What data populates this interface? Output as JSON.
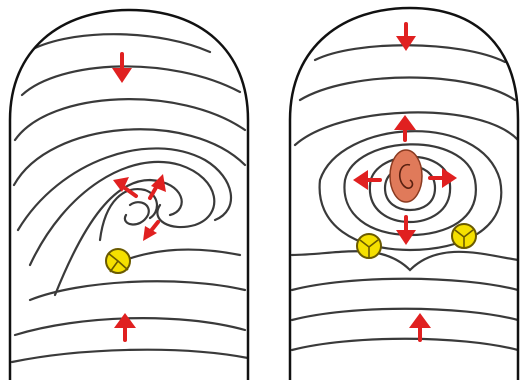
{
  "figure": {
    "panels": [
      {
        "id": "loop",
        "pattern": "loop",
        "arrows_count": 5,
        "delta_points": 1
      },
      {
        "id": "whorl",
        "pattern": "whorl",
        "arrows_count": 6,
        "delta_points": 2
      }
    ],
    "colors": {
      "ridge": "#3a3a3a",
      "outline": "#111111",
      "arrow": "#e02020",
      "delta_fill": "#f5e000",
      "delta_stroke": "#6a5a00",
      "core_fill": "#e07a5a",
      "core_stroke": "#8a3a20"
    },
    "icons": {
      "arrow": "red-arrow-icon",
      "delta": "yellow-delta-circle-icon",
      "core": "whorl-core-icon"
    }
  }
}
